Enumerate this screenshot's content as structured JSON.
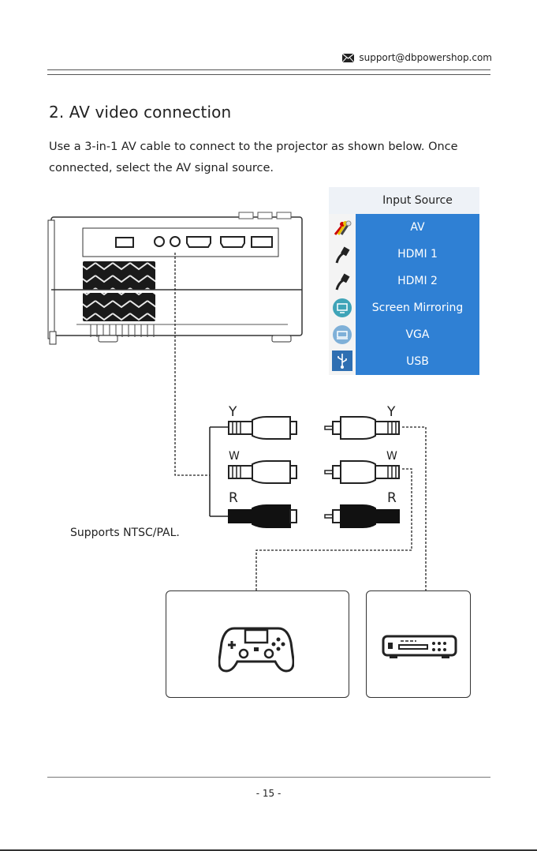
{
  "header": {
    "email": "support@dbpowershop.com"
  },
  "section": {
    "title": "2. AV video connection",
    "body": "Use a 3-in-1 AV cable to connect to the projector as shown below. Once connected, select the AV signal source."
  },
  "input_source": {
    "title": "Input Source",
    "items": [
      {
        "label": "AV",
        "icon": "av-plug-icon"
      },
      {
        "label": "HDMI 1",
        "icon": "hdmi-plug-icon"
      },
      {
        "label": "HDMI 2",
        "icon": "hdmi-plug-icon"
      },
      {
        "label": "Screen Mirroring",
        "icon": "screen-mirroring-icon"
      },
      {
        "label": "VGA",
        "icon": "vga-icon"
      },
      {
        "label": "USB",
        "icon": "usb-icon"
      }
    ],
    "colors": {
      "panel": "#2f80d4",
      "header": "#eef2f7"
    }
  },
  "cable": {
    "left_labels": [
      "Y",
      "W",
      "R"
    ],
    "right_labels": [
      "Y",
      "W",
      "R"
    ]
  },
  "note": "Supports NTSC/PAL.",
  "devices": {
    "left": "game-controller-icon",
    "right": "dvd-player-icon"
  },
  "footer": {
    "page": "- 15 -"
  }
}
